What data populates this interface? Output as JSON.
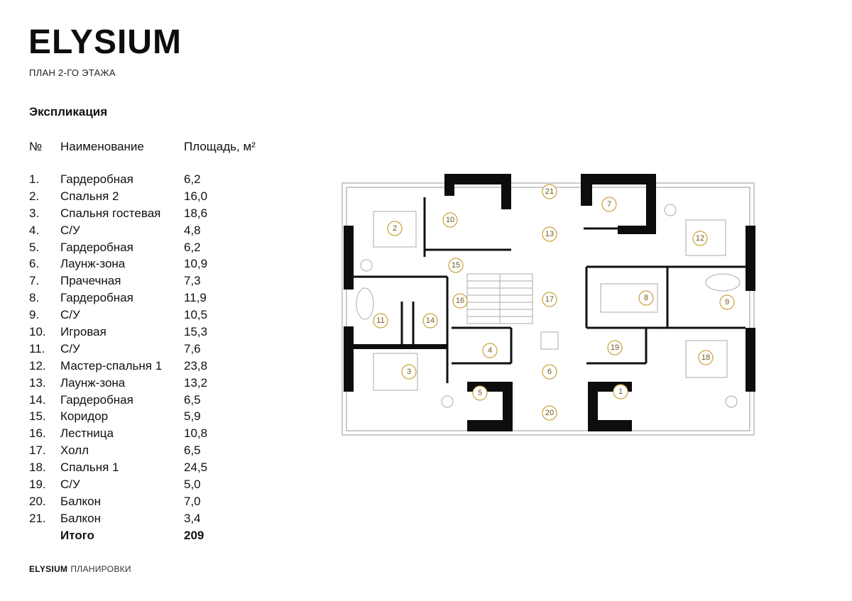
{
  "brand": {
    "title": "ELYSIUM",
    "subtitle": "ПЛАН 2-ГО ЭТАЖА"
  },
  "explication": {
    "heading": "Экспликация",
    "columns": {
      "num": "№",
      "name": "Наименование",
      "area": "Площадь, м²"
    },
    "rows": [
      {
        "num": "1.",
        "name": "Гардеробная",
        "area": "6,2"
      },
      {
        "num": "2.",
        "name": "Спальня 2",
        "area": "16,0"
      },
      {
        "num": "3.",
        "name": "Спальня гостевая",
        "area": "18,6"
      },
      {
        "num": "4.",
        "name": "С/У",
        "area": "4,8"
      },
      {
        "num": "5.",
        "name": "Гардеробная",
        "area": "6,2"
      },
      {
        "num": "6.",
        "name": "Лаунж-зона",
        "area": "10,9"
      },
      {
        "num": "7.",
        "name": "Прачечная",
        "area": "7,3"
      },
      {
        "num": "8.",
        "name": "Гардеробная",
        "area": "11,9"
      },
      {
        "num": "9.",
        "name": "С/У",
        "area": "10,5"
      },
      {
        "num": "10.",
        "name": "Игровая",
        "area": "15,3"
      },
      {
        "num": "11.",
        "name": "С/У",
        "area": "7,6"
      },
      {
        "num": "12.",
        "name": "Мастер-спальня 1",
        "area": "23,8"
      },
      {
        "num": "13.",
        "name": "Лаунж-зона",
        "area": "13,2"
      },
      {
        "num": "14.",
        "name": "Гардеробная",
        "area": "6,5"
      },
      {
        "num": "15.",
        "name": "Коридор",
        "area": "5,9"
      },
      {
        "num": "16.",
        "name": "Лестница",
        "area": "10,8"
      },
      {
        "num": "17.",
        "name": "Холл",
        "area": "6,5"
      },
      {
        "num": "18.",
        "name": "Спальня 1",
        "area": "24,5"
      },
      {
        "num": "19.",
        "name": "С/У",
        "area": "5,0"
      },
      {
        "num": "20.",
        "name": "Балкон",
        "area": "7,0"
      },
      {
        "num": "21.",
        "name": "Балкон",
        "area": "3,4"
      }
    ],
    "total": {
      "label": "Итого",
      "area": "209"
    }
  },
  "plan": {
    "room_tags": [
      "1",
      "2",
      "3",
      "4",
      "5",
      "6",
      "7",
      "8",
      "9",
      "10",
      "11",
      "12",
      "13",
      "14",
      "15",
      "16",
      "17",
      "18",
      "19",
      "20",
      "21"
    ],
    "accent_color": "#c9a233",
    "wall_color": "#0d0d0d"
  },
  "footer": {
    "brand": "ELYSIUM",
    "section": "ПЛАНИРОВКИ"
  }
}
